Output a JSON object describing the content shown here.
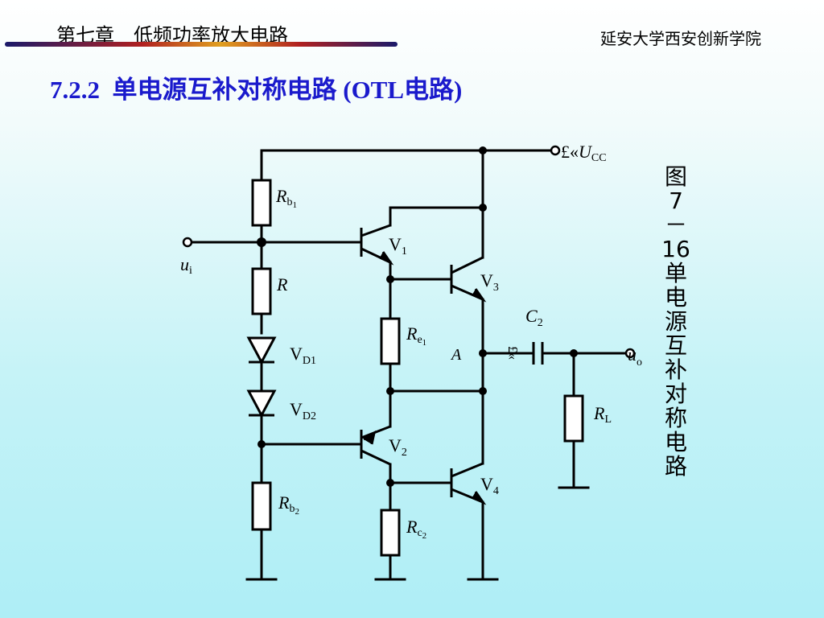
{
  "header": {
    "chapter": "第七章　低频功率放大电路",
    "school": "延安大学西安创新学院"
  },
  "section_title": "7.2.2  单电源互补对称电路 (OTL电路)",
  "figure_caption": "图7－16 单电源互补对称电路",
  "circuit": {
    "supply": {
      "prefix": "£«",
      "symbol": "U",
      "sub": "CC"
    },
    "input": {
      "symbol": "u",
      "sub": "i"
    },
    "output": {
      "symbol": "u",
      "sub": "o"
    },
    "node_a": "A",
    "resistors": {
      "rb1": {
        "symbol": "R",
        "sub": "b",
        "subsub": "1"
      },
      "r": {
        "symbol": "R"
      },
      "re1": {
        "symbol": "R",
        "sub": "e",
        "subsub": "1"
      },
      "rb2": {
        "symbol": "R",
        "sub": "b",
        "subsub": "2"
      },
      "rc2": {
        "symbol": "R",
        "sub": "c",
        "subsub": "2"
      },
      "rl": {
        "symbol": "R",
        "sub": "L"
      }
    },
    "capacitor": {
      "symbol": "C",
      "sub": "2",
      "polarity": "£«"
    },
    "diodes": [
      {
        "symbol": "V",
        "sub": "D1"
      },
      {
        "symbol": "V",
        "sub": "D2"
      }
    ],
    "transistors": [
      {
        "symbol": "V",
        "sub": "1"
      },
      {
        "symbol": "V",
        "sub": "2"
      },
      {
        "symbol": "V",
        "sub": "3"
      },
      {
        "symbol": "V",
        "sub": "4"
      }
    ]
  }
}
